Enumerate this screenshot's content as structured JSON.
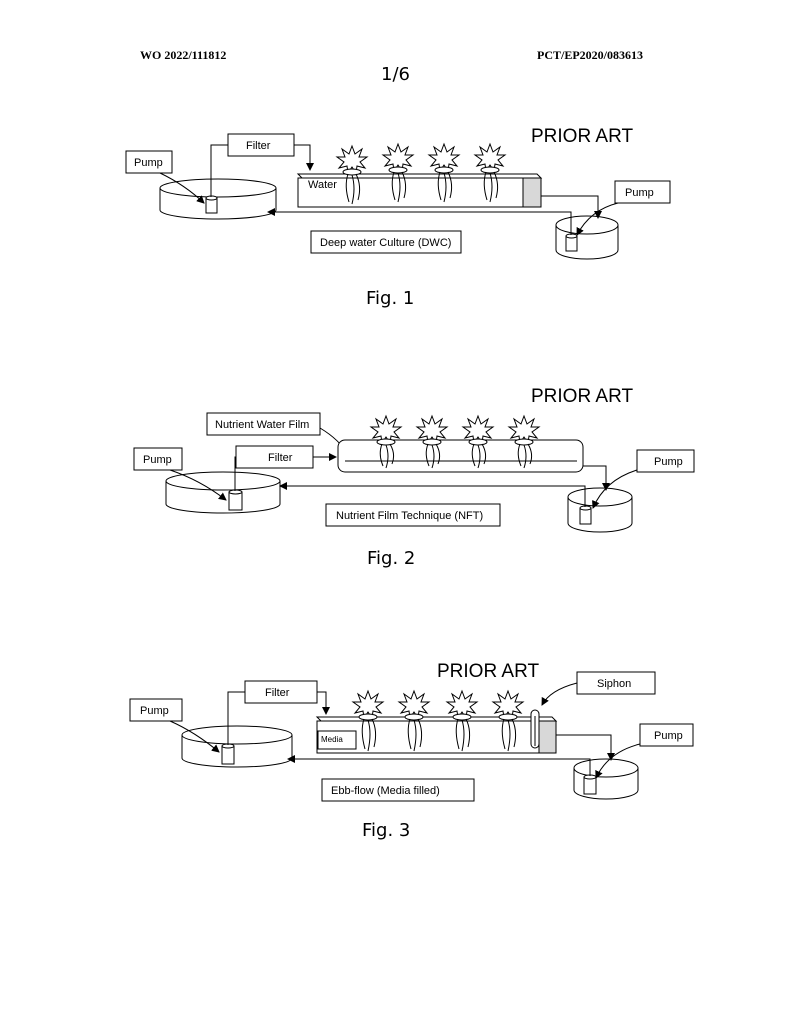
{
  "header": {
    "publication_number": "WO 2022/111812",
    "application_number": "PCT/EP2020/083613",
    "sheet": "1/6"
  },
  "fig1": {
    "prior_art": "PRIOR ART",
    "filter": "Filter",
    "pump_left": "Pump",
    "pump_right": "Pump",
    "water": "Water",
    "system_label": "Deep water Culture (DWC)",
    "caption": "Fig. 1"
  },
  "fig2": {
    "prior_art": "PRIOR ART",
    "nutrient_film_label": "Nutrient Water Film",
    "filter": "Filter",
    "pump_left": "Pump",
    "pump_right": "Pump",
    "system_label": "Nutrient Film Technique (NFT)",
    "caption": "Fig. 2"
  },
  "fig3": {
    "prior_art": "PRIOR ART",
    "filter": "Filter",
    "siphon": "Siphon",
    "pump_left": "Pump",
    "pump_right": "Pump",
    "media": "Media",
    "system_label": "Ebb-flow (Media filled)",
    "caption": "Fig. 3"
  }
}
